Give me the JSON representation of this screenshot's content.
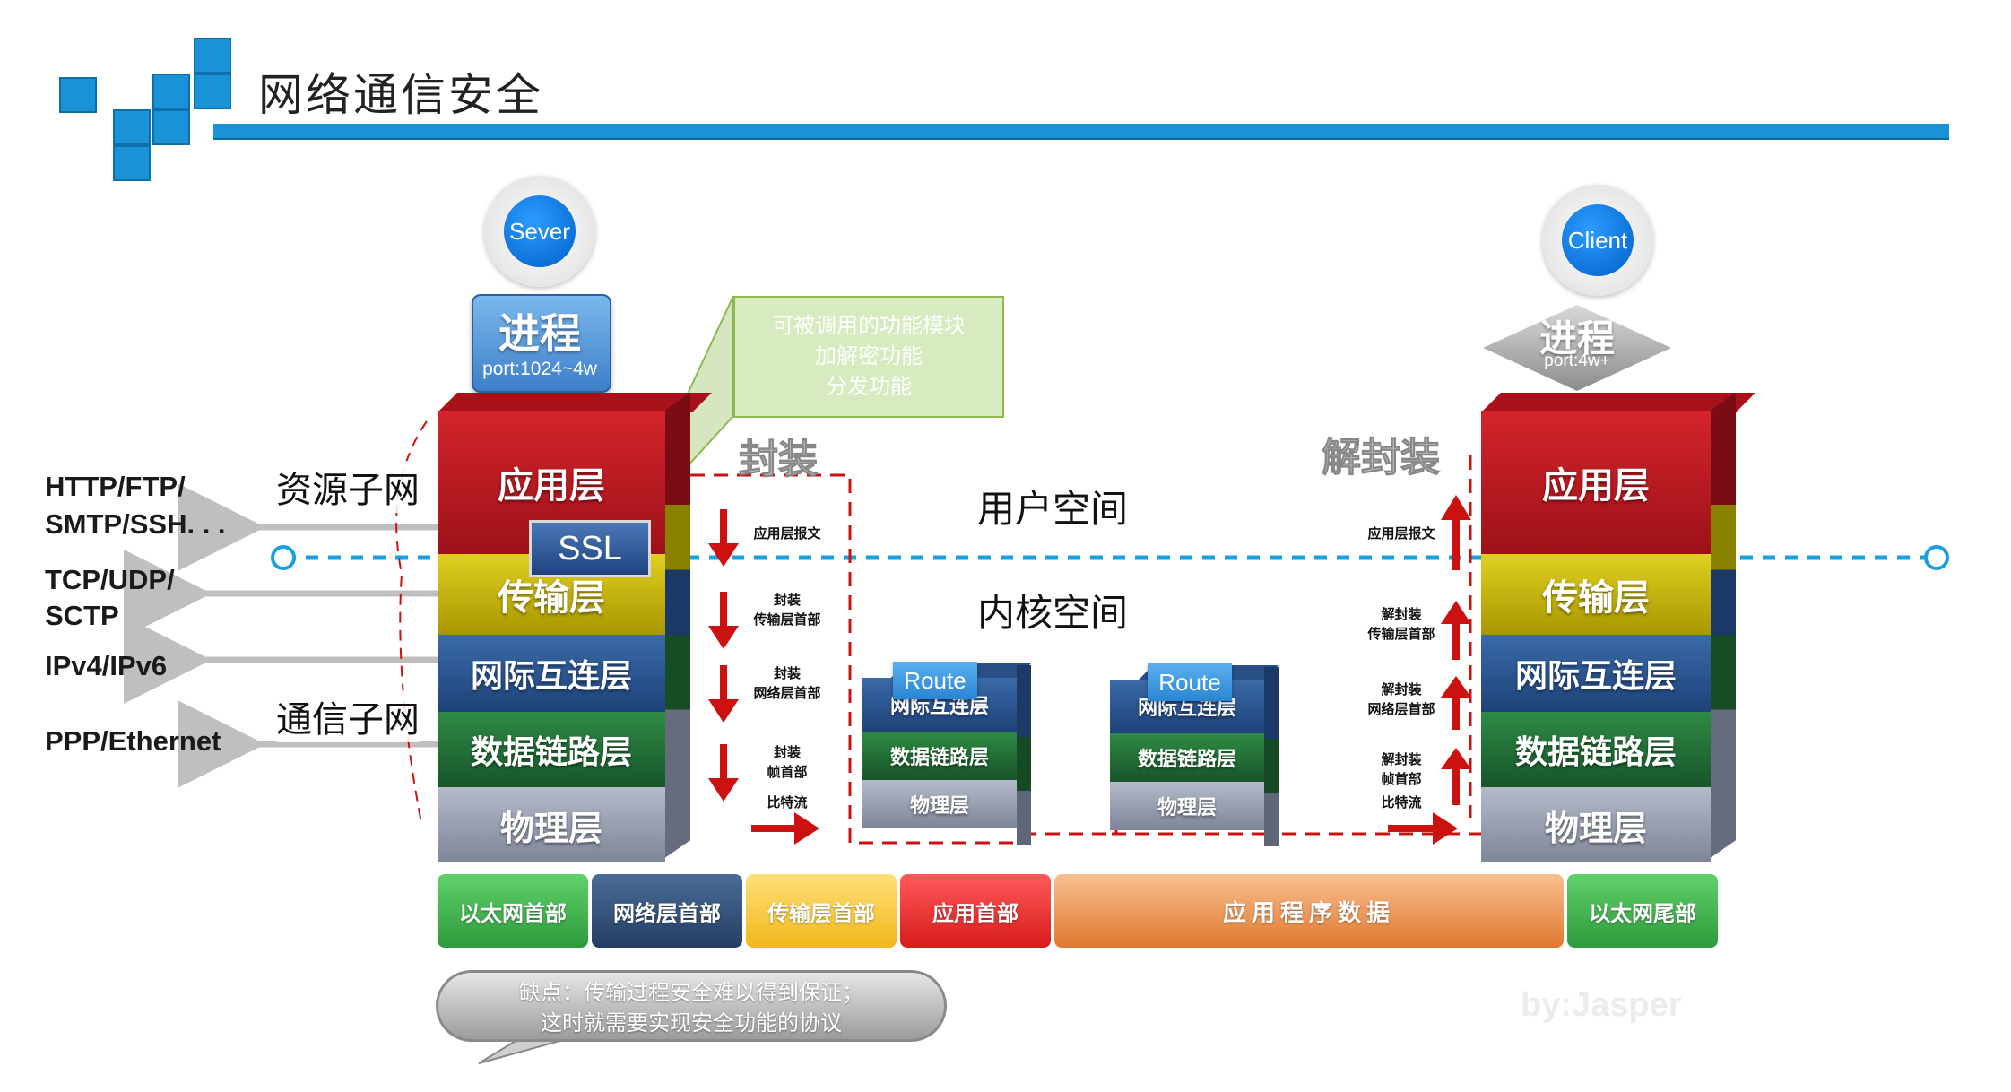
{
  "title": "网络通信安全",
  "server": {
    "pin_label": "Sever",
    "process_label": "进程",
    "port_label": "port:1024~4w"
  },
  "client": {
    "pin_label": "Client",
    "process_label": "进程",
    "port_label": "port:4w+"
  },
  "ssl_label": "SSL",
  "callout_lines": [
    "可被调用的功能模块",
    "加解密功能",
    "分发功能"
  ],
  "left_protocols": [
    "HTTP/FTP/",
    "SMTP/SSH. . .",
    "TCP/UDP/",
    "SCTP",
    "IPv4/IPv6",
    "PPP/Ethernet"
  ],
  "subnets": {
    "resource": "资源子网",
    "comm": "通信子网"
  },
  "layers": [
    "应用层",
    "传输层",
    "网际互连层",
    "数据链路层",
    "物理层"
  ],
  "route": {
    "label": "Route",
    "layers": [
      "网际互连层",
      "数据链路层",
      "物理层"
    ]
  },
  "encapsulate": "封装",
  "decapsulate": "解封装",
  "user_space": "用户空间",
  "kernel_space": "内核空间",
  "left_steps": [
    "应用层报文",
    "封装",
    "传输层首部",
    "封装",
    "网络层首部",
    "封装",
    "帧首部",
    "比特流"
  ],
  "right_steps": [
    "应用层报文",
    "解封装",
    "传输层首部",
    "解封装",
    "网络层首部",
    "解封装",
    "帧首部",
    "比特流"
  ],
  "packet_segments": [
    "以太网首部",
    "网络层首部",
    "传输层首部",
    "应用首部",
    "应用程序数据",
    "以太网尾部"
  ],
  "drawback_lines": [
    "缺点：传输过程安全难以得到保证；",
    "这时就需要实现安全功能的协议"
  ],
  "watermark": "by:Jasper",
  "colors": {
    "accent_blue": "#1a93d6",
    "app_red": "#b5141c",
    "transport_yellow": "#c9b800",
    "internet_blue": "#244f8a",
    "datalink_green": "#1f6a32",
    "physical_gray": "#8e96a8",
    "arrow_red": "#cc1111",
    "dash_blue": "#1aa0e0"
  }
}
